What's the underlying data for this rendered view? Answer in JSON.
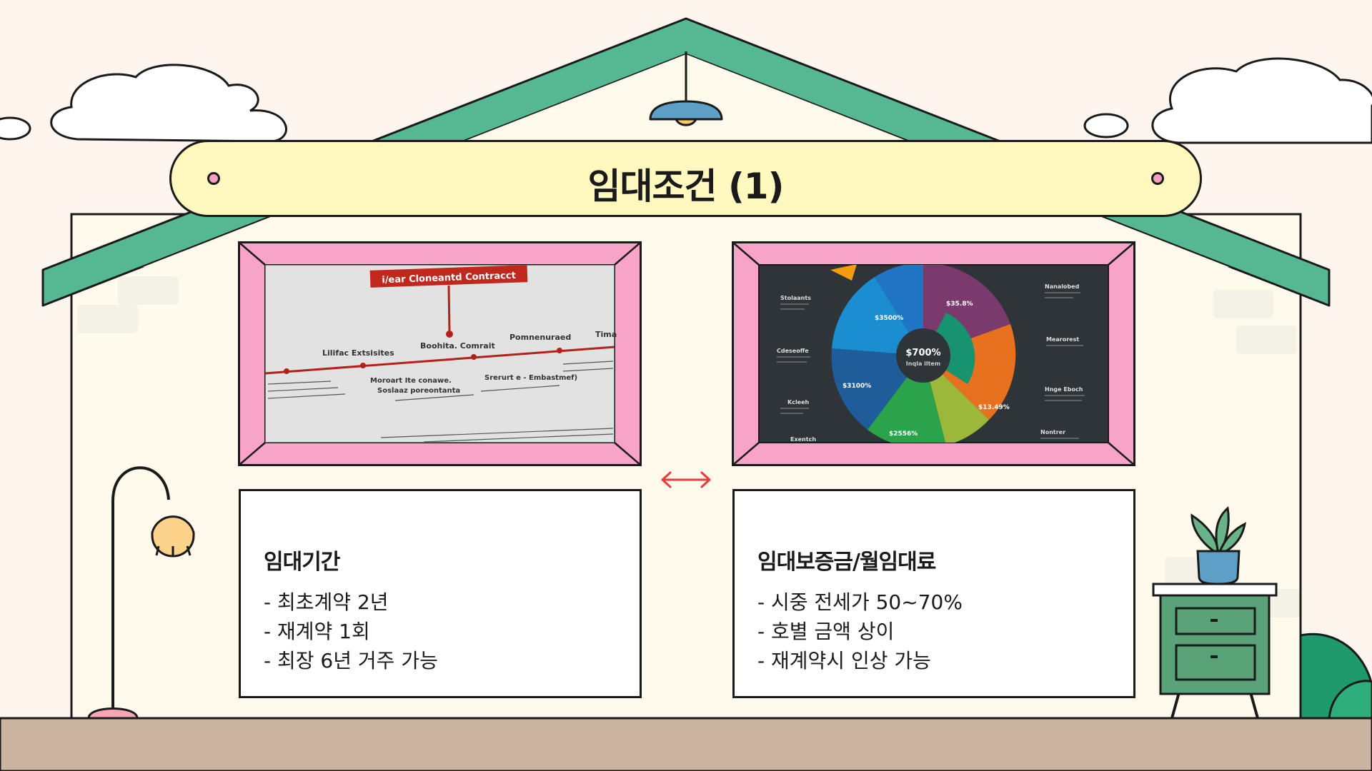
{
  "title": "임대조건 (1)",
  "images": {
    "left": {
      "heading": "i/ear Cloneantd Contracct",
      "labels": [
        "Lilifac Extsisites",
        "Boohita. Comrait",
        "Pomnenuraed",
        "Tima",
        "Moroart Ite conawe.",
        "Soslaaz poreontanta",
        "Srerurt e - Embastmef)"
      ]
    },
    "right": {
      "center_value": "$700%",
      "center_sub": "Inqla iltem",
      "slice_labels": [
        "$3500%",
        "$35.8%",
        "$3100%",
        "$13.49%",
        "$2556%"
      ],
      "side_labels": [
        "Stolaants",
        "Cdeseoffe",
        "Kcleeh",
        "Exentch",
        "Nanalobed",
        "Mearorest",
        "Hnge Eboch",
        "Nontrer"
      ]
    }
  },
  "arrow_icon": "double-arrow-icon",
  "cards": [
    {
      "title": "임대기간",
      "items": [
        "- 최초계약 2년",
        "- 재계약 1회",
        "- 최장 6년 거주 가능"
      ]
    },
    {
      "title": "임대보증금/월임대료",
      "items": [
        "- 시중 전세가 50~70%",
        "- 호별 금액 상이",
        "- 재계약시 인상 가능"
      ]
    }
  ],
  "colors": {
    "roof": "#55b892",
    "wall": "#fffaec",
    "banner": "#fff9bf",
    "frame": "#f8a4c8",
    "ground": "#cbb4a0",
    "arrow": "#ee3b3b"
  }
}
